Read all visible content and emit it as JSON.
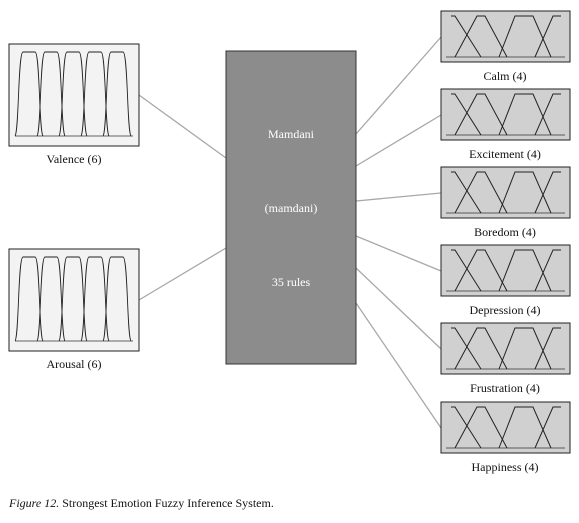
{
  "inputs": [
    {
      "label": "Valence (6)"
    },
    {
      "label": "Arousal (6)"
    }
  ],
  "engine": {
    "line1": "Mamdani",
    "line2": "(mamdani)",
    "line3": "35 rules"
  },
  "outputs": [
    {
      "label": "Calm (4)"
    },
    {
      "label": "Excitement (4)"
    },
    {
      "label": "Boredom (4)"
    },
    {
      "label": "Depression (4)"
    },
    {
      "label": "Frustration (4)"
    },
    {
      "label": "Happiness (4)"
    }
  ],
  "caption": {
    "figure": "Figure 12.",
    "text": " Strongest Emotion Fuzzy Inference System."
  },
  "colors": {
    "engine_fill": "#8c8c8c",
    "panel_fill": "#d0d0d0",
    "input_panel_fill": "#f3f3f3",
    "connector": "#a8a8a8"
  }
}
